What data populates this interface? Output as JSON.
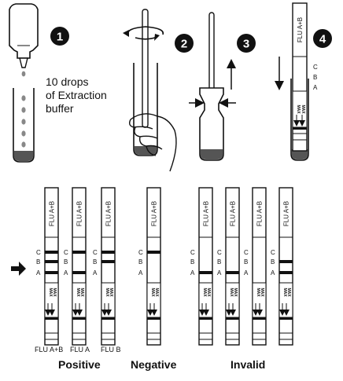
{
  "steps": [
    {
      "number": "1",
      "text_line1": "10 drops",
      "text_line2": "of Extraction",
      "text_line3": "buffer"
    },
    {
      "number": "2"
    },
    {
      "number": "3"
    },
    {
      "number": "4"
    }
  ],
  "strip": {
    "label": "FLU A+B",
    "line_letters": [
      "C",
      "B",
      "A"
    ],
    "max_label": "MAX"
  },
  "results": {
    "positive": {
      "label": "Positive",
      "strips": [
        {
          "caption": "FLU A+B",
          "lines": [
            "C",
            "B",
            "A"
          ]
        },
        {
          "caption": "FLU A",
          "lines": [
            "C",
            "A"
          ]
        },
        {
          "caption": "FLU B",
          "lines": [
            "C",
            "B"
          ]
        }
      ]
    },
    "negative": {
      "label": "Negative",
      "strips": [
        {
          "caption": "",
          "lines": [
            "C"
          ]
        }
      ]
    },
    "invalid": {
      "label": "Invalid",
      "strips": [
        {
          "caption": "",
          "lines": [
            "A"
          ]
        },
        {
          "caption": "",
          "lines": [
            "A"
          ]
        },
        {
          "caption": "",
          "lines": []
        },
        {
          "caption": "",
          "lines": [
            "B",
            "A"
          ]
        }
      ]
    }
  },
  "colors": {
    "ink": "#111111",
    "sample": "#555555",
    "drop": "#888888"
  }
}
